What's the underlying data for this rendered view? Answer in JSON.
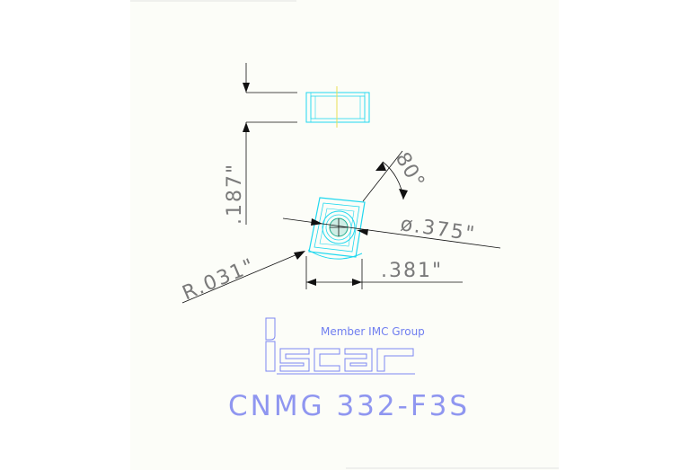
{
  "drawing": {
    "dimensions": {
      "thickness": ".187\"",
      "angle": "80°",
      "inscribed_circle": "ø.375\"",
      "corner_radius": "R.031\"",
      "edge_length": ".381\""
    },
    "logo": {
      "tagline": "Member IMC Group",
      "brand": "Iscar"
    },
    "part_number": "CNMG 332-F3S"
  },
  "colors": {
    "sheet": "#fcfdf8",
    "line": "#111111",
    "outline": "#20d8ef",
    "dim_text": "#7a7a7a",
    "logo": "#7c86f2",
    "part_text": "#8f96f0"
  }
}
